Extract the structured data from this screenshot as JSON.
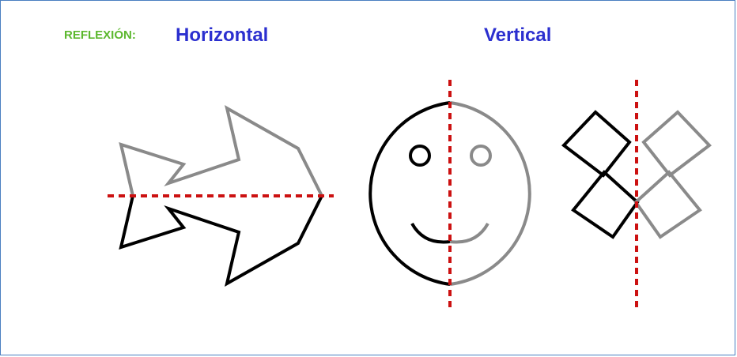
{
  "header": {
    "tag": "REFLEXIÓN:",
    "horizontal": "Horizontal",
    "vertical": "Vertical"
  },
  "colors": {
    "tag": "#5cb82e",
    "title": "#2b2fcf",
    "original": "#000000",
    "reflection": "#8a8a8a",
    "axis": "#cc1111",
    "border": "#4a7fc1"
  }
}
